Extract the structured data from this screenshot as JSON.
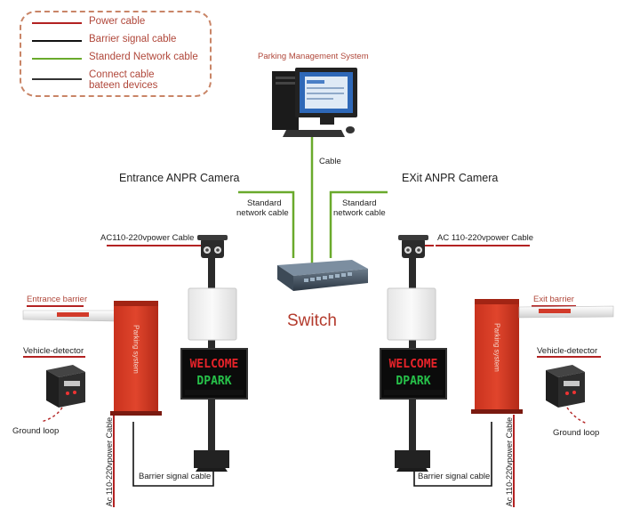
{
  "legend": {
    "power": {
      "label": "Power cable",
      "color": "#b32222"
    },
    "barrier": {
      "label": "Barrier signal cable",
      "color": "#111111"
    },
    "network": {
      "label": "Standerd Network cable",
      "color": "#6aaa2c"
    },
    "connect": {
      "label_line1": "Connect cable",
      "label_line2": "bateen devices",
      "color": "#333333"
    }
  },
  "pms": {
    "title": "Parking Management System"
  },
  "cable_label": "Cable",
  "switch": {
    "label": "Switch"
  },
  "entrance": {
    "camera_title": "Entrance ANPR Camera",
    "network_label_1": "Standard",
    "network_label_2": "network cable",
    "power_label": "AC110-220vpower Cable",
    "barrier_label": "Entrance barrier",
    "barrier_box_text": "Parking system",
    "detector_label": "Vehicle-detector",
    "ground_loop_label": "Ground loop",
    "vertical_power_label": "Ac 110-220vpower Cable",
    "barrier_signal_label": "Barrier signal cable",
    "display_line1": "WELCOME",
    "display_line2": "DPARK"
  },
  "exit": {
    "camera_title": "EXit ANPR Camera",
    "network_label_1": "Standard",
    "network_label_2": "network cable",
    "power_label": "AC 110-220vpower Cable",
    "barrier_label": "Exit barrier",
    "barrier_box_text": "Parking system",
    "detector_label": "Vehicle-detector",
    "ground_loop_label": "Ground loop",
    "vertical_power_label": "Ac 110-220vpower Cable",
    "barrier_signal_label": "Barrier signal cable",
    "display_line1": "WELCOME",
    "display_line2": "DPARK"
  }
}
